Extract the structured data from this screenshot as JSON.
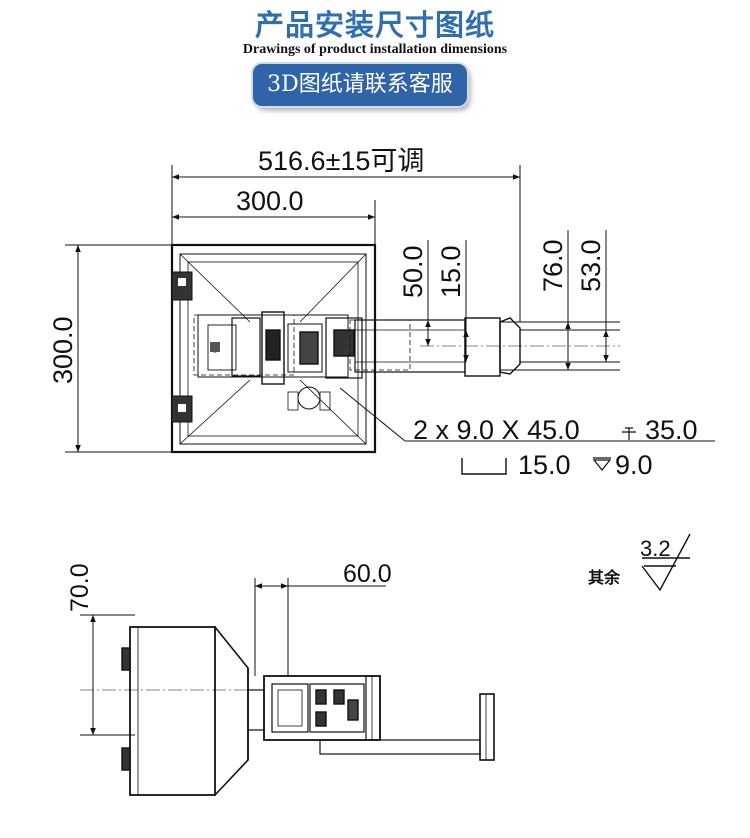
{
  "header": {
    "title": "产品安装尺寸图纸",
    "subtitle": "Drawings of product installation dimensions",
    "badge": "3D图纸请联系客服"
  },
  "top_view": {
    "dim_total_width": "516.6±15可调",
    "dim_base_width": "300.0",
    "dim_base_height": "300.0",
    "dim_50": "50.0",
    "dim_15": "15.0",
    "dim_76": "76.0",
    "dim_53": "53.0",
    "hole_spec": "2 x 9.0 X 45.0",
    "hole_depth": "35.0",
    "cbore_spec": "15.0",
    "cbore_depth": "9.0"
  },
  "side_view": {
    "dim_70": "70.0",
    "dim_60": "60.0"
  },
  "roughness": {
    "label": "其余",
    "value": "3.2"
  },
  "colors": {
    "title": "#2e6fb4",
    "badge": "#2f65a8",
    "line": "#111111"
  }
}
